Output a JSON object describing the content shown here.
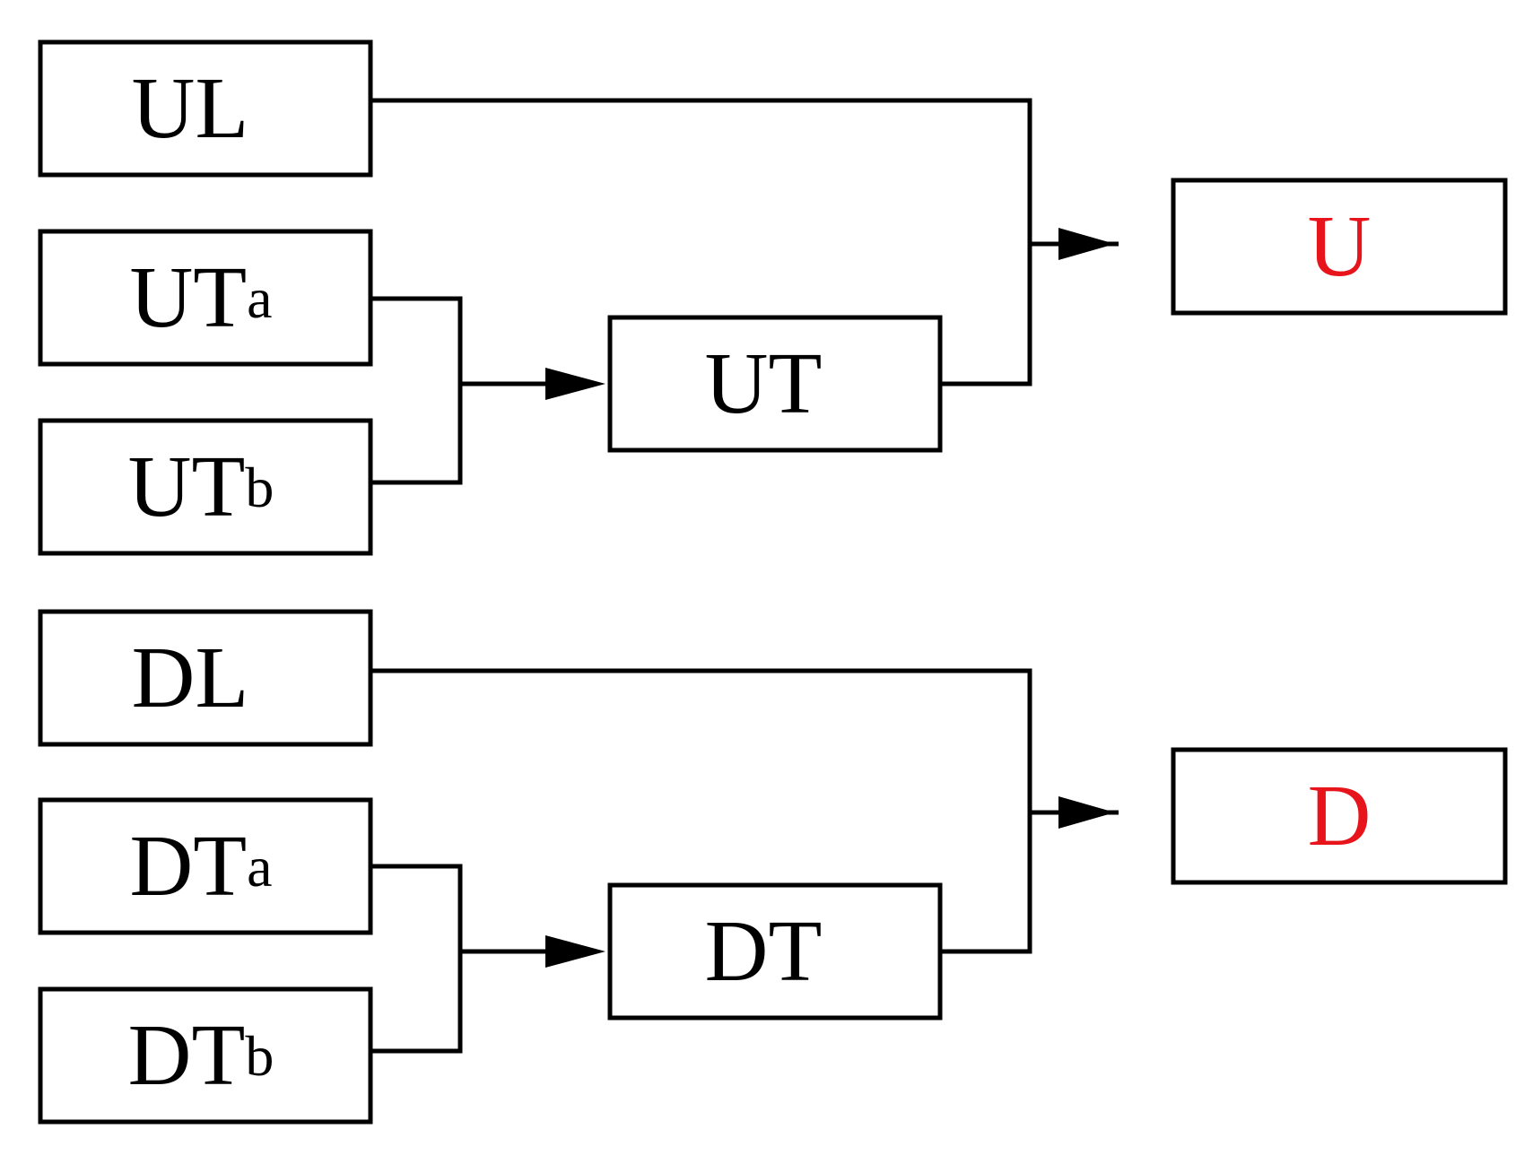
{
  "nodes": {
    "ul": {
      "main": "UL",
      "sub": ""
    },
    "uta": {
      "main": "UT",
      "sub": "a"
    },
    "utb": {
      "main": "UT",
      "sub": "b"
    },
    "ut": {
      "main": "UT",
      "sub": ""
    },
    "u": {
      "main": "U",
      "sub": ""
    },
    "dl": {
      "main": "DL",
      "sub": ""
    },
    "dta": {
      "main": "DT",
      "sub": "a"
    },
    "dtb": {
      "main": "DT",
      "sub": "b"
    },
    "dt": {
      "main": "DT",
      "sub": ""
    },
    "d": {
      "main": "D",
      "sub": ""
    }
  },
  "colors": {
    "line": "#000000",
    "output_text": "#e8141b",
    "text": "#000000"
  }
}
